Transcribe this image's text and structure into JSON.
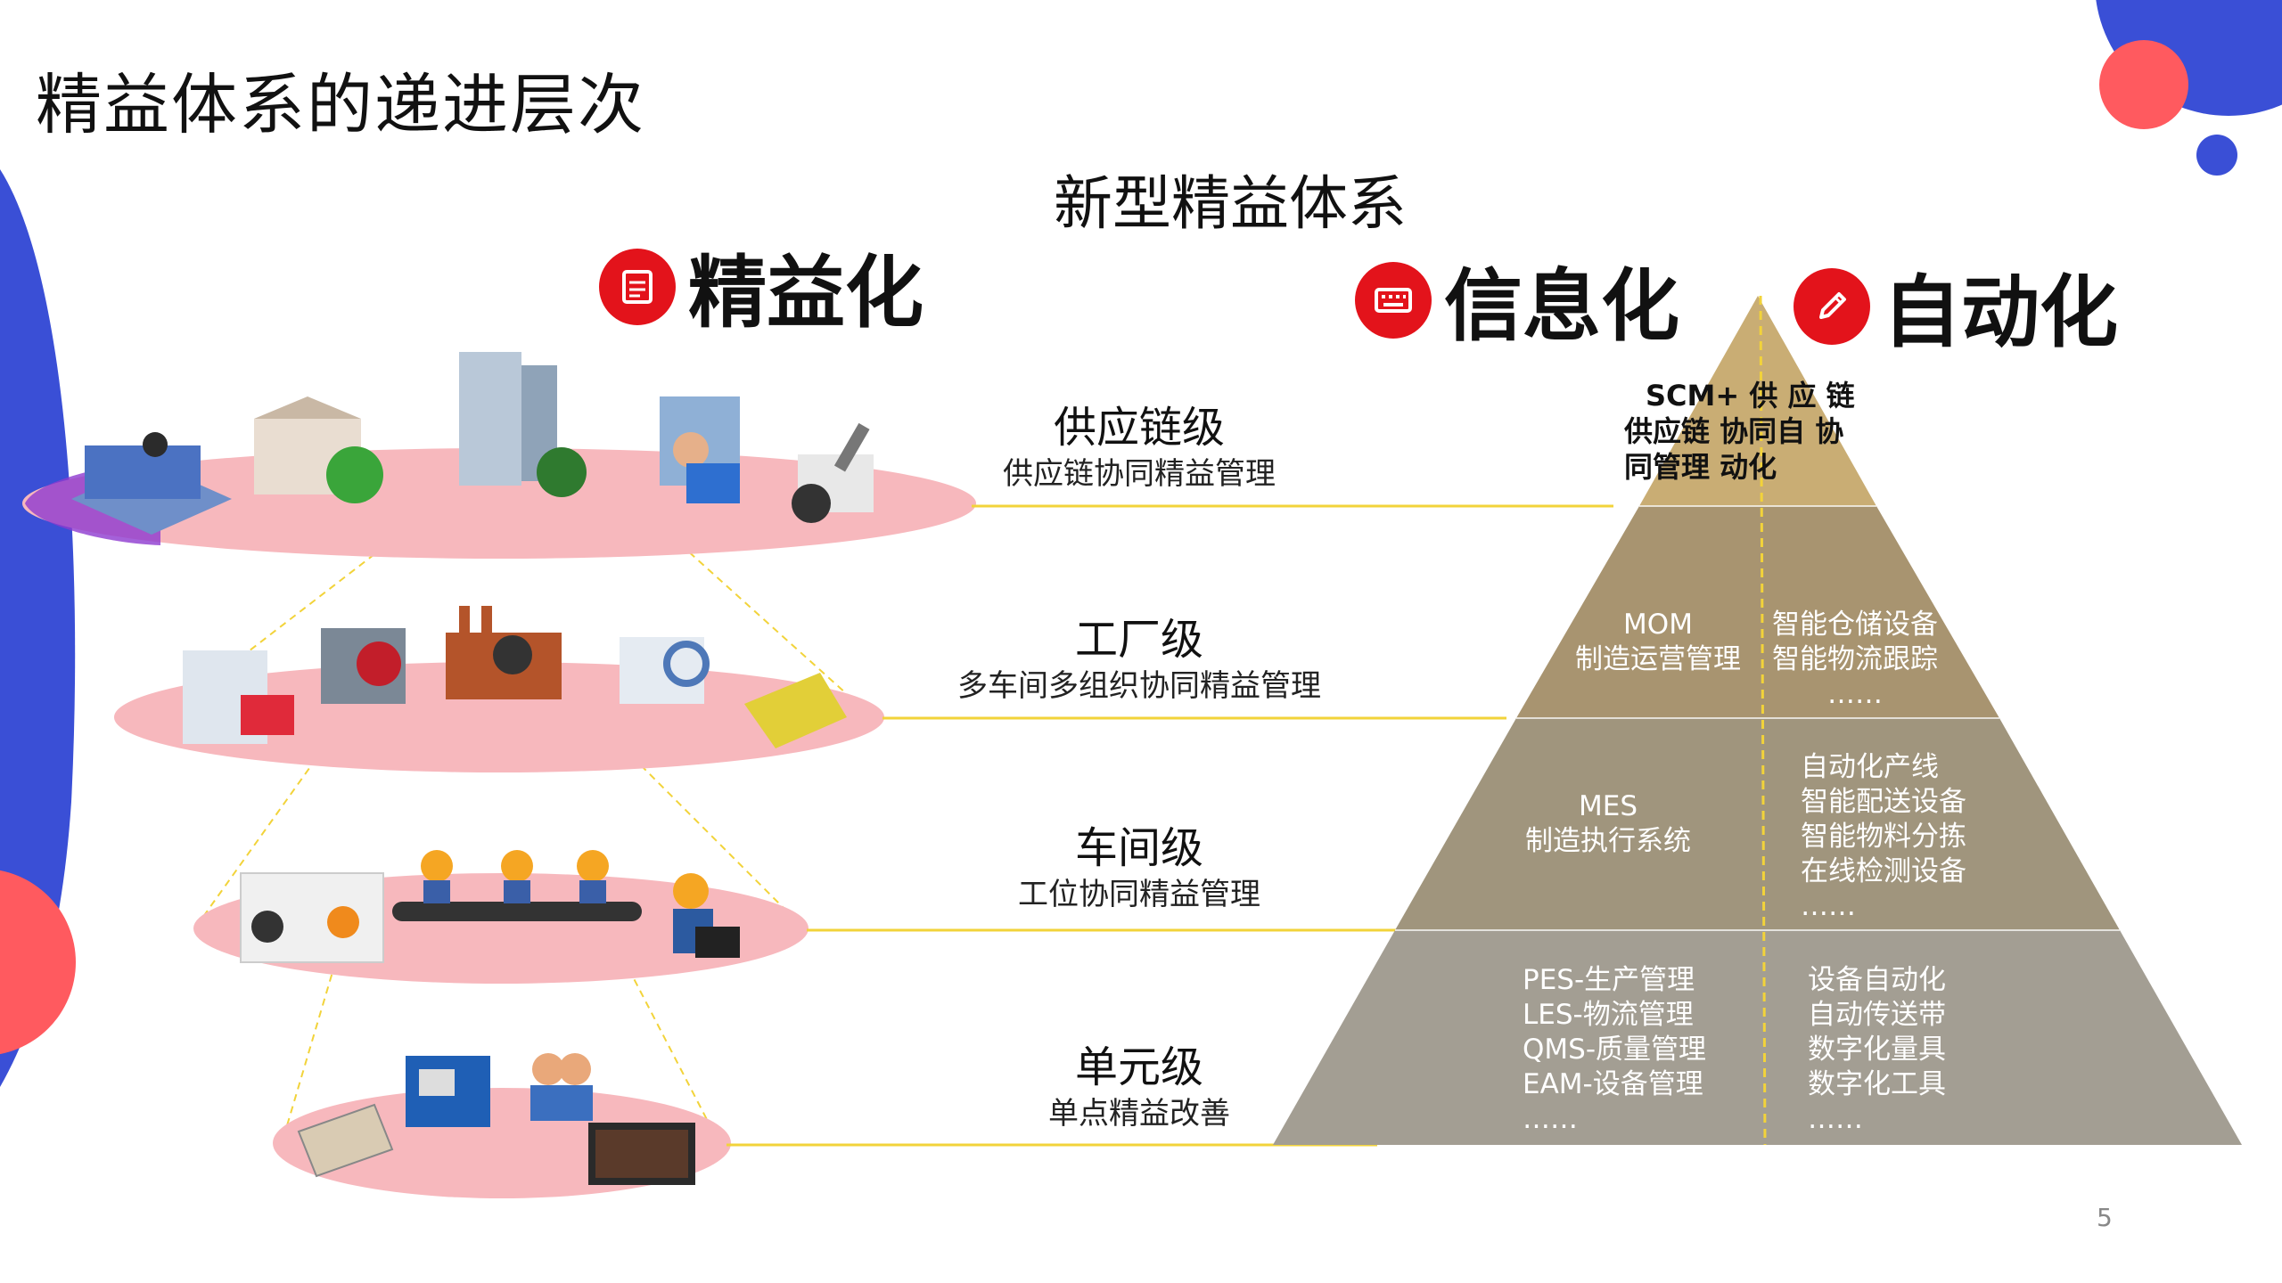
{
  "page_title": "精益体系的递进层次",
  "subtitle": "新型精益体系",
  "categories": [
    {
      "label": "精益化",
      "icon": "document-icon"
    },
    {
      "label": "信息化",
      "icon": "keyboard-icon"
    },
    {
      "label": "自动化",
      "icon": "pencil-icon"
    }
  ],
  "levels": [
    {
      "name": "供应链级",
      "desc": "供应链协同精益管理"
    },
    {
      "name": "工厂级",
      "desc": "多车间多组织协同精益管理"
    },
    {
      "name": "车间级",
      "desc": "工位协同精益管理"
    },
    {
      "name": "单元级",
      "desc": "单点精益改善"
    }
  ],
  "pyramid": {
    "top": {
      "lines": [
        "SCM+ 供 应 链",
        "供应链 协同自 协",
        "同管理  动化"
      ]
    },
    "tier2": {
      "left": [
        "MOM",
        "制造运营管理"
      ],
      "right": [
        "智能仓储设备",
        "智能物流跟踪",
        "……"
      ]
    },
    "tier3": {
      "left": [
        "MES",
        "制造执行系统"
      ],
      "right": [
        "自动化产线",
        "智能配送设备",
        "智能物料分拣",
        "在线检测设备",
        "……"
      ]
    },
    "tier4": {
      "left": [
        "PES-生产管理",
        "LES-物流管理",
        "QMS-质量管理",
        "EAM-设备管理",
        "……"
      ],
      "right": [
        "设备自动化",
        "自动传送带",
        "数字化量具",
        "数字化工具",
        "……"
      ]
    }
  },
  "page_number": "5",
  "colors": {
    "accent_red": "#e3131b",
    "blue": "#3a4fd6",
    "coral": "#ff5a5f",
    "ellipse_pink": "#f7b8bd",
    "connector_yellow": "#f2d33a",
    "pyramid_top": "#c9ad74",
    "pyramid_tier2": "#a89470",
    "pyramid_tier3": "#a0957d",
    "pyramid_tier4": "#a39e93"
  }
}
